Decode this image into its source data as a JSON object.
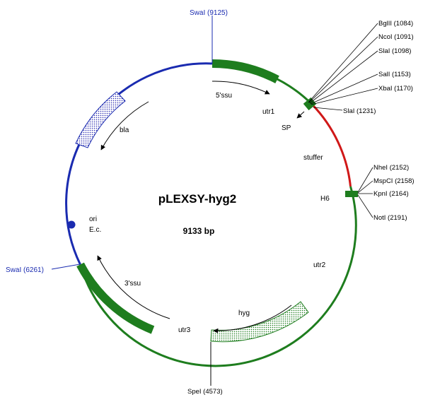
{
  "plasmid": {
    "name": "pLEXSY-hyg2",
    "size": "9133 bp"
  },
  "colors": {
    "backbone": "#1a2bb0",
    "insert": "#1e7d1e",
    "stuffer": "#d01818",
    "ori_dot": "#1a2bb0",
    "hatch": "#2a2bb0"
  },
  "features": {
    "ssu5": "5'ssu",
    "utr1": "utr1",
    "sp": "SP",
    "stuffer": "stuffer",
    "h6": "H6",
    "utr2": "utr2",
    "hyg": "hyg",
    "utr3": "utr3",
    "ssu3": "3'ssu",
    "bla": "bla",
    "ori": "ori",
    "ec": "E.c."
  },
  "sites": {
    "swa_top": "SwaI (9125)",
    "swa_left": "SwaI (6261)",
    "spe": "SpeI (4573)",
    "bgl": "BglII (1084)",
    "nco": "NcoI (1091)",
    "sla1": "SlaI (1098)",
    "sal": "SalI (1153)",
    "xba": "XbaI (1170)",
    "sla2": "SlaI (1231)",
    "nhe": "NheI (2152)",
    "msp": "MspCI (2158)",
    "kpn": "KpnI (2164)",
    "not": "NotI (2191)"
  }
}
